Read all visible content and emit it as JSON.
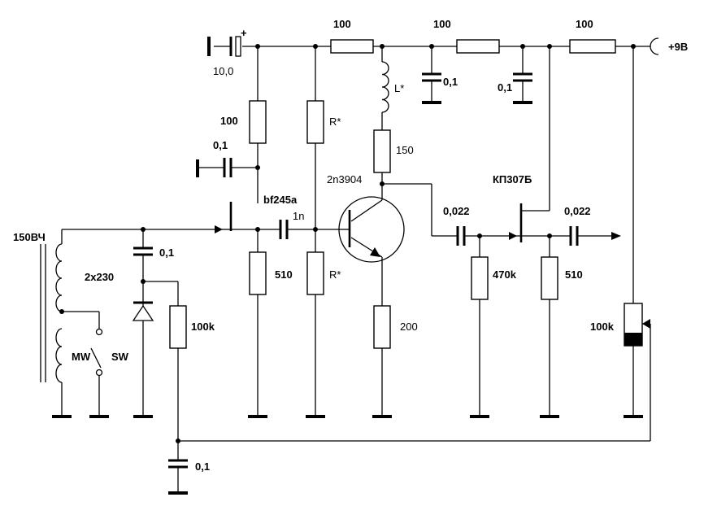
{
  "labels": {
    "supply": "+9В",
    "r_top_1": "100",
    "r_top_2": "100",
    "r_top_3": "100",
    "c_input_elec": "10,0",
    "r_source": "100",
    "c_source_bypass": "0,1",
    "r_star_top": "R*",
    "inductor": "L*",
    "c_rail_1": "0,1",
    "c_rail_2": "0,1",
    "r_collector": "150",
    "jfet_1": "bf245a",
    "bjt": "2n3904",
    "c_couple_1n": "1n",
    "r_gate_1": "510",
    "r_star_bottom": "R*",
    "r_emitter": "200",
    "c_couple_2": "0,022",
    "r_gate_2": "470k",
    "jfet_2": "КП307Б",
    "c_couple_3": "0,022",
    "r_drain_2": "510",
    "pot": "100k",
    "antenna": "150ВЧ",
    "varicap": "2x230",
    "c_var_couple": "0,1",
    "r_bias": "100k",
    "band_mw": "MW",
    "band_sw": "SW",
    "c_bottom": "0,1"
  }
}
